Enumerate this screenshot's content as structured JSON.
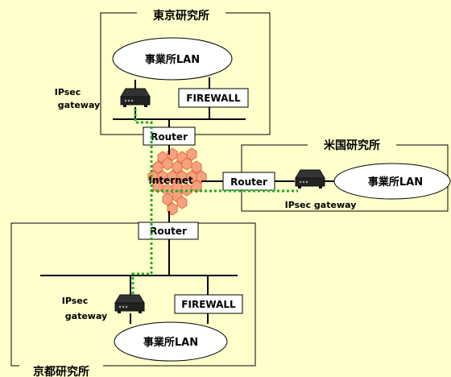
{
  "sites": {
    "tokyo": {
      "title": "東京研究所",
      "lan": "事業所LAN",
      "firewall": "FIREWALL",
      "gateway_line1": "IPsec",
      "gateway_line2": "gateway",
      "router": "Router"
    },
    "us": {
      "title": "米国研究所",
      "lan": "事業所LAN",
      "router": "Router",
      "gateway": "IPsec gateway"
    },
    "kyoto": {
      "title": "京都研究所",
      "lan": "事業所LAN",
      "firewall": "FIREWALL",
      "gateway_line1": "IPsec",
      "gateway_line2": "gateway",
      "router": "Router"
    }
  },
  "internet": {
    "label": "Internet"
  },
  "colors": {
    "background": "#FFFFCC",
    "vpn_tunnel": "#22AA22",
    "internet_cloud": "#F4A27F"
  }
}
